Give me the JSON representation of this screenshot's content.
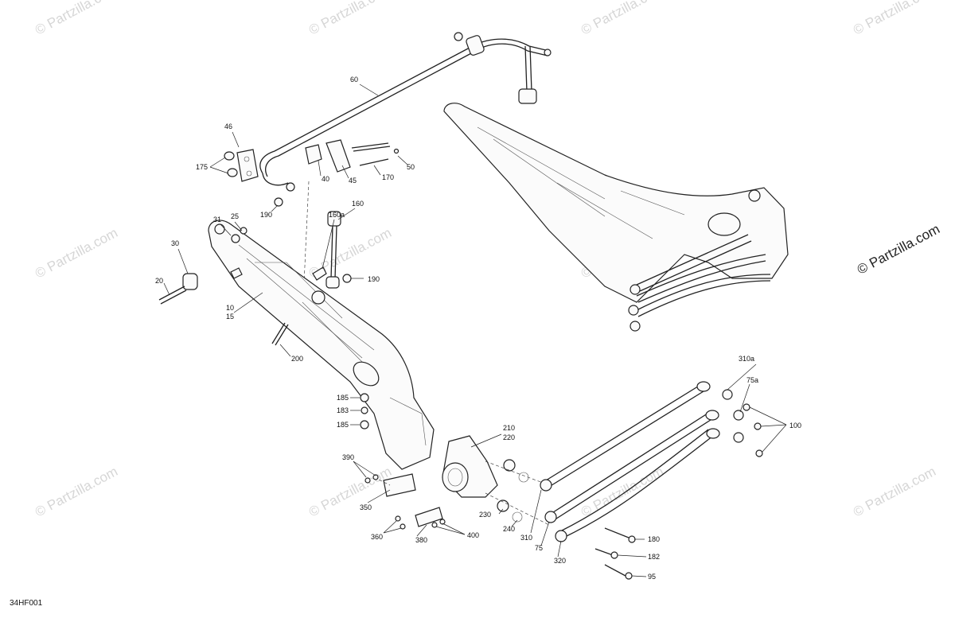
{
  "diagram": {
    "code": "34HF001",
    "brand": "© Partzilla.com",
    "watermark_text": "© Partzilla.com",
    "line_color": "#222222",
    "watermark_color": "#d6d6d6",
    "callouts": [
      "60",
      "46",
      "175",
      "40",
      "45",
      "170",
      "50",
      "190",
      "31",
      "25",
      "160a",
      "160",
      "30",
      "20",
      "190",
      "10",
      "15",
      "200",
      "185",
      "183",
      "185",
      "390",
      "350",
      "360",
      "380",
      "400",
      "210",
      "220",
      "230",
      "240",
      "310",
      "75",
      "320",
      "180",
      "182",
      "95",
      "310a",
      "75a",
      "100"
    ]
  }
}
